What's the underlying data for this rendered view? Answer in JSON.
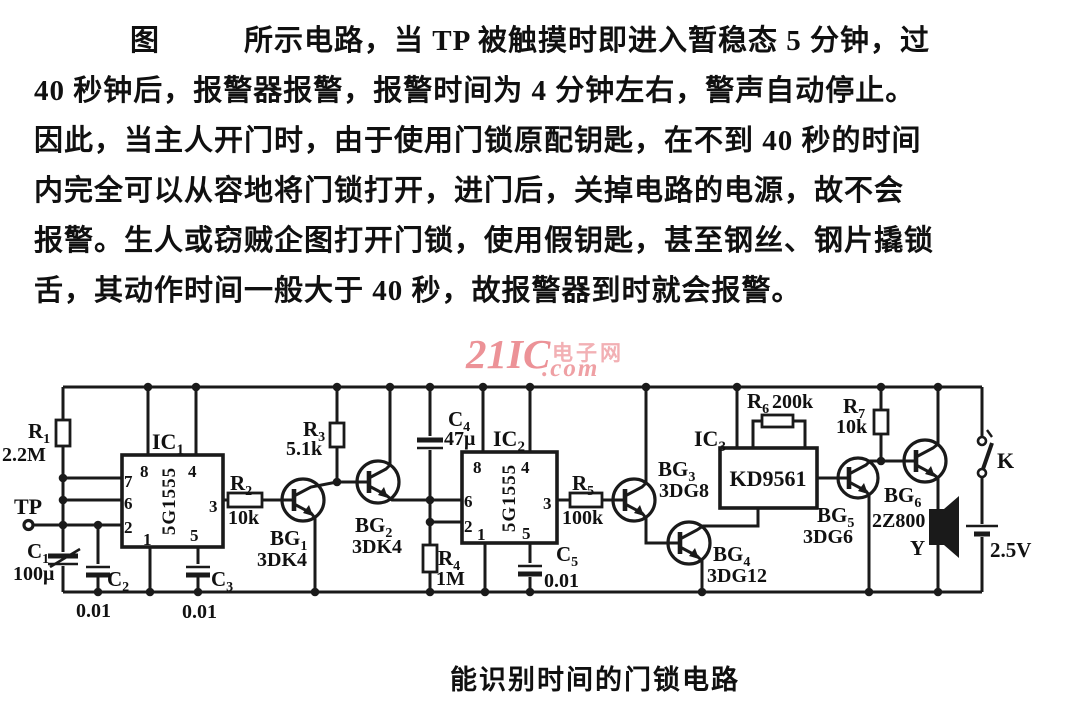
{
  "paragraph": {
    "fig_label": "图",
    "lines": [
      "所示电路，当 TP 被触摸时即进入暂稳态 5 分钟，过",
      "40 秒钟后，报警器报警，报警时间为 4 分钟左右，警声自动停止。",
      "因此，当主人开门时，由于使用门锁原配钥匙，在不到 40 秒的时间",
      "内完全可以从容地将门锁打开，进门后，关掉电路的电源，故不会",
      "报警。生人或窃贼企图打开门锁，使用假钥匙，甚至钢丝、钢片撬锁",
      "舌，其动作时间一般大于 40 秒，故报警器到时就会报警。"
    ]
  },
  "watermark": {
    "brand": "21IC",
    "cn": "电子网",
    "com": ".com",
    "color": "#ec9297"
  },
  "caption": "能识别时间的门锁电路",
  "pin_labels": {
    "p1": "1",
    "p2": "2",
    "p3": "3",
    "p4": "4",
    "p5": "5",
    "p6": "6",
    "p7": "7",
    "p8": "8"
  },
  "components": {
    "tp": {
      "label": "TP"
    },
    "r1": {
      "ref": "R",
      "sub": "1",
      "value": "2.2M"
    },
    "r2": {
      "ref": "R",
      "sub": "2",
      "value": "10k"
    },
    "r3": {
      "ref": "R",
      "sub": "3",
      "value": "5.1k"
    },
    "r4": {
      "ref": "R",
      "sub": "4",
      "value": "1M"
    },
    "r5": {
      "ref": "R",
      "sub": "5",
      "value": "100k"
    },
    "r6": {
      "ref": "R",
      "sub": "6",
      "value": "200k"
    },
    "r7": {
      "ref": "R",
      "sub": "7",
      "value": "10k"
    },
    "c1": {
      "ref": "C",
      "sub": "1",
      "value": "100μ"
    },
    "c2": {
      "ref": "C",
      "sub": "2",
      "value": "0.01"
    },
    "c3": {
      "ref": "C",
      "sub": "3",
      "value": "0.01"
    },
    "c4": {
      "ref": "C",
      "sub": "4",
      "value": "47μ"
    },
    "c5": {
      "ref": "C",
      "sub": "5",
      "value": "0.01"
    },
    "ic1": {
      "ref": "IC",
      "sub": "1",
      "part": "5G1555"
    },
    "ic2": {
      "ref": "IC",
      "sub": "2",
      "part": "5G1555"
    },
    "ic3": {
      "ref": "IC",
      "sub": "3",
      "part": "KD9561"
    },
    "bg1": {
      "ref": "BG",
      "sub": "1",
      "type": "3DK4"
    },
    "bg2": {
      "ref": "BG",
      "sub": "2",
      "type": "3DK4"
    },
    "bg3": {
      "ref": "BG",
      "sub": "3",
      "type": "3DG8"
    },
    "bg4": {
      "ref": "BG",
      "sub": "4",
      "type": "3DG12"
    },
    "bg5": {
      "ref": "BG",
      "sub": "5",
      "type": "3DG6"
    },
    "bg6": {
      "ref": "BG",
      "sub": "6",
      "type": "2Z800"
    },
    "speaker": {
      "label": "Y"
    },
    "switch": {
      "label": "K"
    },
    "battery": {
      "value": "2.5V"
    }
  }
}
